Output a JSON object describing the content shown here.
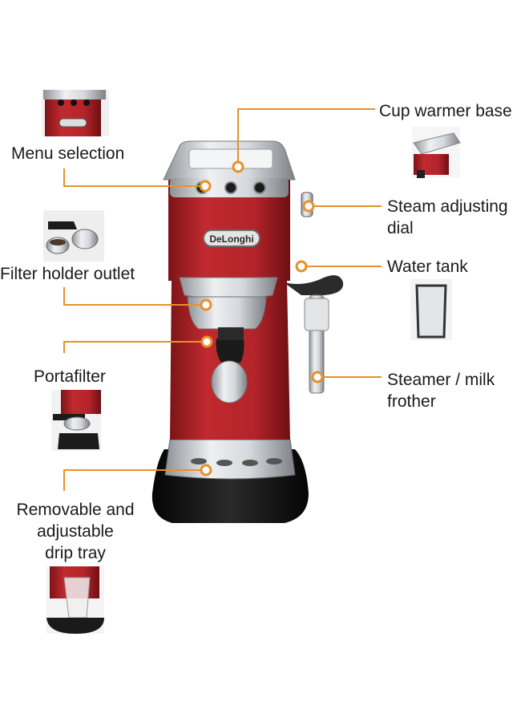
{
  "brand": "DeLonghi",
  "callouts": {
    "menu_selection": "Menu selection",
    "cup_warmer_base": "Cup warmer base",
    "steam_dial_line1": "Steam adjusting",
    "steam_dial_line2": "dial",
    "water_tank": "Water tank",
    "filter_holder_outlet": "Filter holder outlet",
    "portafilter": "Portafilter",
    "steamer_line1": "Steamer / milk",
    "steamer_line2": "frother",
    "drip_tray_line1": "Removable and",
    "drip_tray_line2": "adjustable",
    "drip_tray_line3": "drip tray"
  },
  "colors": {
    "callout_line": "#e8902c",
    "machine_red": "#b8262b",
    "steel": "#c9ccd0",
    "base_black": "#151515"
  }
}
